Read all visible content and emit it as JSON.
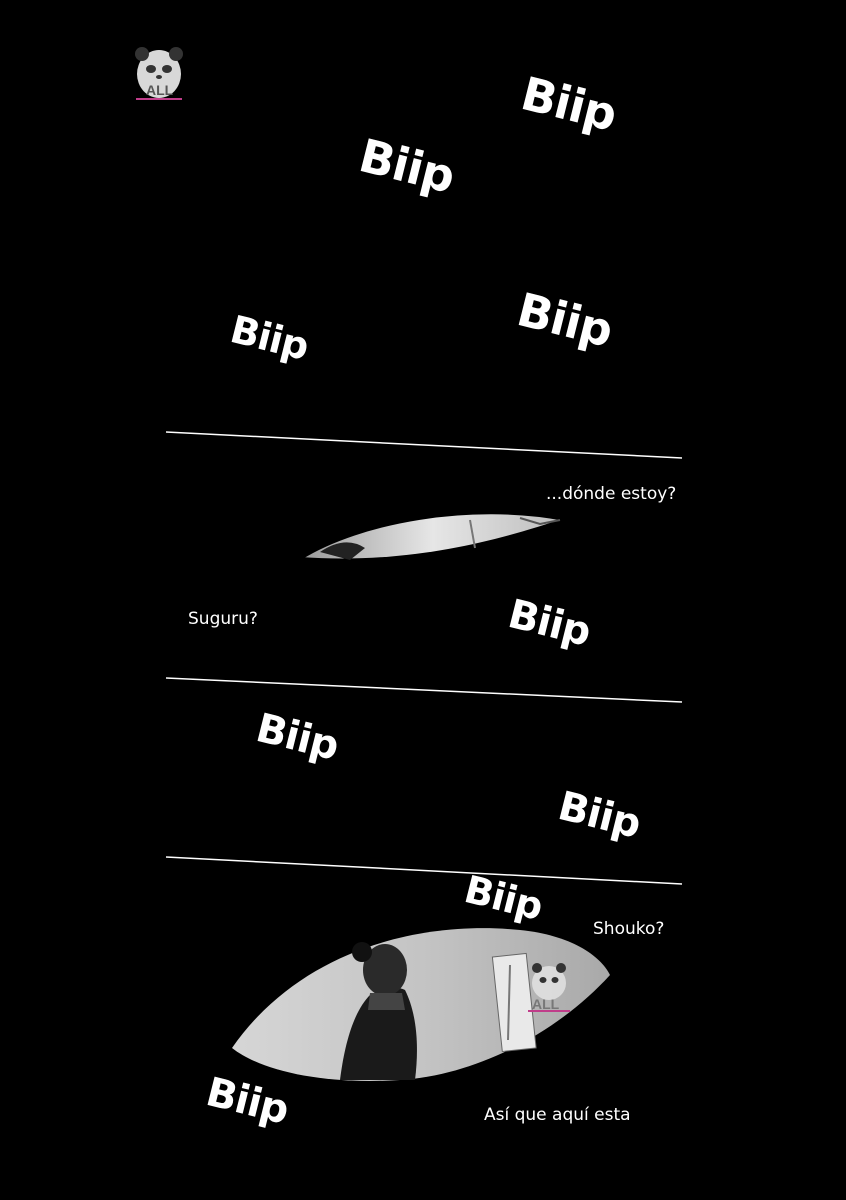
{
  "watermark": {
    "label": "ALL",
    "icon": "panda-icon"
  },
  "sfx": {
    "beep_1": "Biip",
    "beep_2": "Biip",
    "beep_3": "Biip",
    "beep_4": "Biip",
    "beep_5": "Biip",
    "beep_6": "Biip",
    "beep_7": "Biip",
    "beep_8": "Biip",
    "beep_9": "Biip"
  },
  "dialog": {
    "where_am_i": "...dónde estoy?",
    "suguru": "Suguru?",
    "shouko": "Shouko?",
    "so_here": "Así que aquí esta"
  },
  "colors": {
    "background": "#000000",
    "text": "#ffffff",
    "divider": "#ffffff"
  }
}
